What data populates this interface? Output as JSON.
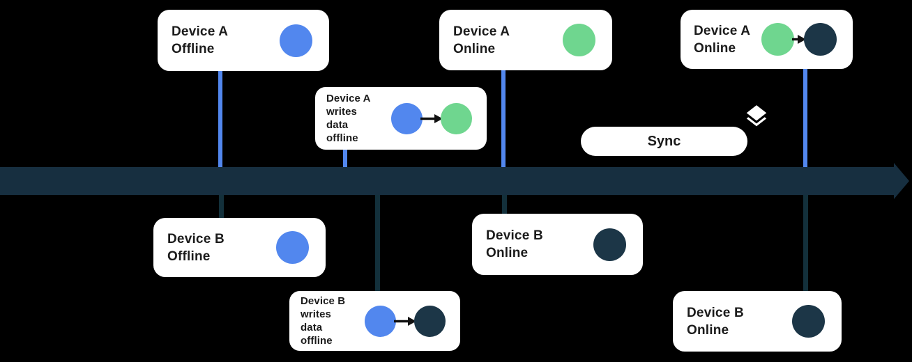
{
  "background": "#000000",
  "colors": {
    "background": "#000000",
    "blue": "#5287EE",
    "green": "#6FD68F",
    "navy": "#1C3647",
    "bar": "#172F40",
    "stem": "#13303B",
    "card": "#FFFFFF",
    "text": "#1B1B1B",
    "arrow": "#111111"
  },
  "cards": {
    "a_offline": {
      "label": "Device A\nOffline",
      "dots": [
        "blue"
      ]
    },
    "a_writes": {
      "label": "Device A\nwrites\ndata\noffline",
      "dots": [
        "blue",
        "green"
      ],
      "arrow_between_dots": true
    },
    "a_online_mid": {
      "label": "Device A\nOnline",
      "dots": [
        "green"
      ]
    },
    "a_online_right": {
      "label": "Device A\nOnline",
      "dots": [
        "green",
        "navy"
      ],
      "arrow_between_dots": true
    },
    "b_offline": {
      "label": "Device B\nOffline",
      "dots": [
        "blue"
      ]
    },
    "b_writes": {
      "label": "Device B\nwrites\ndata\noffline",
      "dots": [
        "blue",
        "navy"
      ],
      "arrow_between_dots": true
    },
    "b_online_mid": {
      "label": "Device B\nOnline",
      "dots": [
        "navy"
      ]
    },
    "b_online_right": {
      "label": "Device B\nOnline",
      "dots": [
        "navy"
      ]
    }
  },
  "sync": {
    "label": "Sync",
    "icon": "layers-icon"
  },
  "timeline": {
    "shape": "arrow-right"
  }
}
